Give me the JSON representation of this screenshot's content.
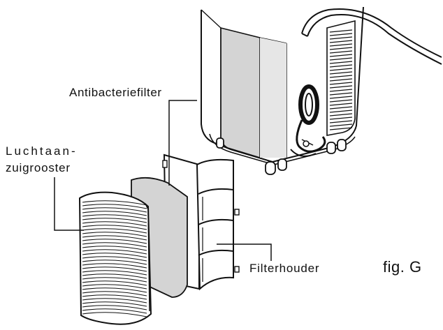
{
  "labels": {
    "antibacteriefilter": "Antibacteriefilter",
    "luchtaanzuigrooster_line1": "Luchtaan-",
    "luchtaanzuigrooster_line2": "zuigrooster",
    "filterhouder": "Filterhouder",
    "figure": "fig. G"
  },
  "colors": {
    "line": "#111111",
    "panel_grey": "#d4d4d4",
    "background": "#ffffff"
  }
}
